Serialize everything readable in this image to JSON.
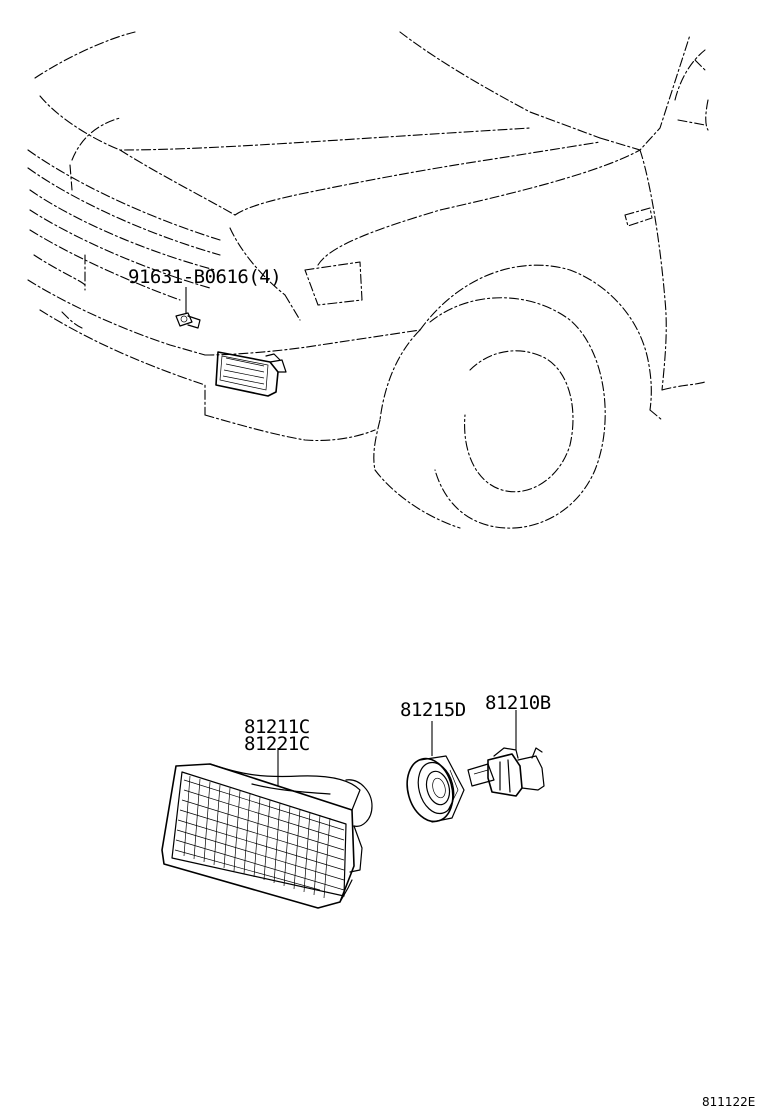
{
  "callouts": {
    "bolt": "91631-B0616(4)",
    "lens_a": "81211C",
    "lens_b": "81221C",
    "socket": "81215D",
    "bulb": "81210B"
  },
  "figure_ref": "811122E"
}
